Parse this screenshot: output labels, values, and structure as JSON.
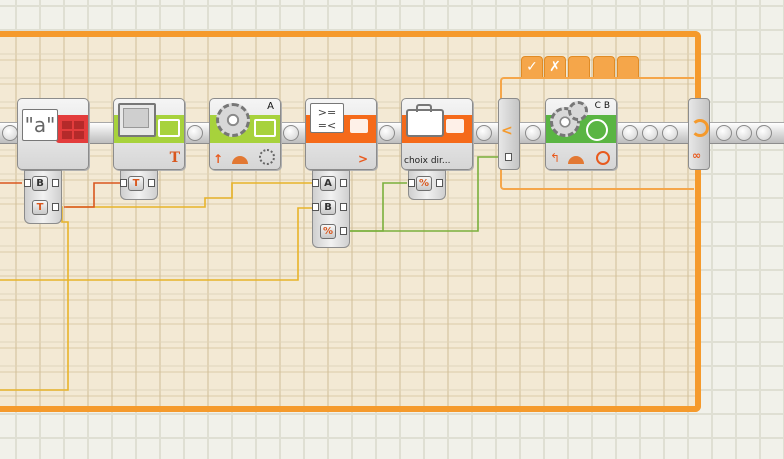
{
  "canvas": {
    "name": "NXT-G program canvas"
  },
  "loop": {
    "mode_icon": "infinity-icon",
    "color": "#f59a2c"
  },
  "switch": {
    "tabs": [
      {
        "label": "✓",
        "icon": "check-icon"
      },
      {
        "label": "✗",
        "icon": "cross-icon"
      },
      {
        "label": ""
      },
      {
        "label": ""
      },
      {
        "label": ""
      }
    ]
  },
  "blocks": [
    {
      "name": "text-block",
      "label": "\"a\"",
      "color": "#e33c3c"
    },
    {
      "name": "display-block",
      "color": "#a7d23c",
      "plug": "T"
    },
    {
      "name": "motor-block",
      "port_letter": "A",
      "color": "#a7d23c"
    },
    {
      "name": "compare-block",
      "color": "#f56a1a"
    },
    {
      "name": "mybox-block",
      "caption": "choix dir...",
      "color": "#f56a1a"
    },
    {
      "name": "move-block",
      "port_letters": "C B",
      "color": "#5ab543"
    }
  ],
  "hubs": {
    "text": [
      "B",
      "T"
    ],
    "display": [
      "T"
    ],
    "compare": [
      "A",
      "B",
      "%"
    ],
    "mybox": [
      "%"
    ]
  },
  "colors": {
    "wire_yellow": "#e8b42a",
    "wire_orange": "#d9571e",
    "wire_green": "#7ab03c"
  }
}
